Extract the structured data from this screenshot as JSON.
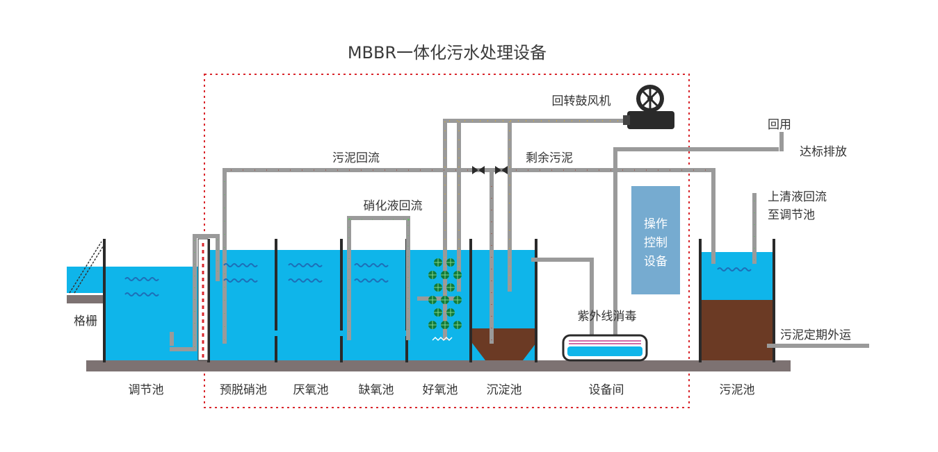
{
  "title": "MBBR一体化污水处理设备",
  "labels": {
    "blower": "回转鼓风机",
    "sludge_return": "污泥回流",
    "excess_sludge": "剩余污泥",
    "nitrate_return": "硝化液回流",
    "reuse": "回用",
    "discharge": "达标排放",
    "supernatant_line1": "上清液回流",
    "supernatant_line2": "至调节池",
    "control_line1": "操作",
    "control_line2": "控制",
    "control_line3": "设备",
    "uv": "紫外线消毒",
    "screen": "格栅",
    "sludge_out": "污泥定期外运"
  },
  "tanks": [
    {
      "id": "regulating",
      "label": "调节池"
    },
    {
      "id": "pre-denitrification",
      "label": "预脱硝池"
    },
    {
      "id": "anaerobic",
      "label": "厌氧池"
    },
    {
      "id": "anoxic",
      "label": "缺氧池"
    },
    {
      "id": "aerobic",
      "label": "好氧池"
    },
    {
      "id": "sedimentation",
      "label": "沉淀池"
    },
    {
      "id": "equipment-room",
      "label": "设备间"
    },
    {
      "id": "sludge",
      "label": "污泥池"
    }
  ],
  "colors": {
    "water": "#0fb5ea",
    "pipe": "#9a9a9a",
    "ground": "#7d7272",
    "sludge": "#6b3a24",
    "frame": "#d9262c",
    "control": "#76abd0",
    "air_arrow": "#f2b705",
    "water_arrow": "#5cc05c",
    "sludge_arrow": "#9b3320",
    "media": "#117a3a"
  }
}
